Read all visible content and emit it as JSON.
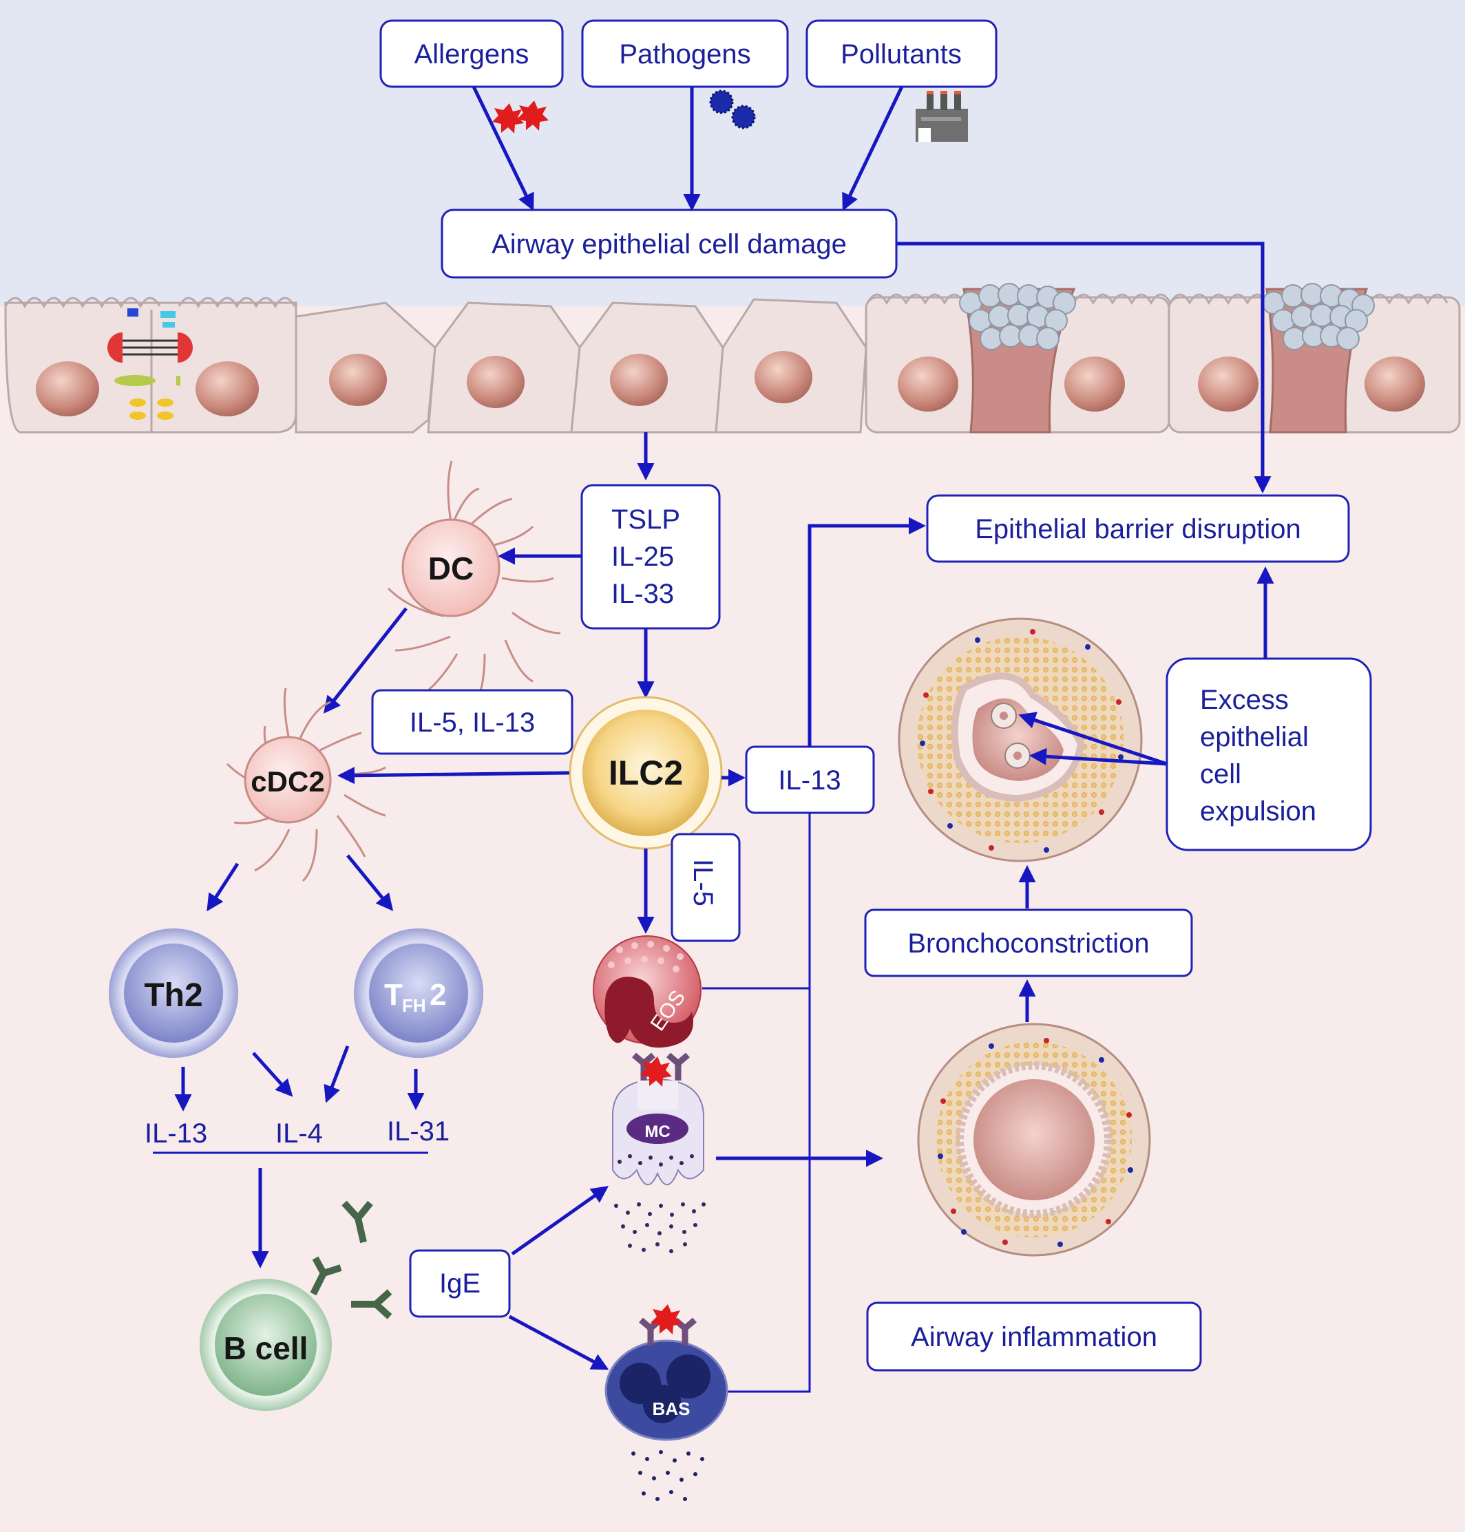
{
  "triggers": {
    "allergens": "Allergens",
    "pathogens": "Pathogens",
    "pollutants": "Pollutants"
  },
  "damage": "Airway epithelial cell damage",
  "alarmins": [
    "TSLP",
    "IL-25",
    "IL-33"
  ],
  "barrier": "Epithelial barrier disruption",
  "ilc2_out": "IL-5, IL-13",
  "il13": "IL-13",
  "il5": "IL-5",
  "expulsion": [
    "Excess",
    "epithelial",
    "cell",
    "expulsion"
  ],
  "bronchoconstriction": "Bronchoconstriction",
  "inflammation": "Airway inflammation",
  "cytokines": {
    "il13": "IL-13",
    "il4": "IL-4",
    "il31": "IL-31"
  },
  "ige": "IgE",
  "cells": {
    "dc": "DC",
    "cdc2": "cDC2",
    "ilc2": "ILC2",
    "th2": "Th2",
    "tfh2": "T",
    "tfh2_sub": "FH",
    "tfh2_num": "2",
    "eos": "EOS",
    "mc": "MC",
    "bas": "BAS",
    "bcell": "B cell"
  },
  "colors": {
    "arrow": "#1717c2",
    "box_border": "#1f22b8",
    "text": "#1a1f9c",
    "top_bg": "#e3e7f3",
    "bottom_bg": "#f7ebec"
  }
}
